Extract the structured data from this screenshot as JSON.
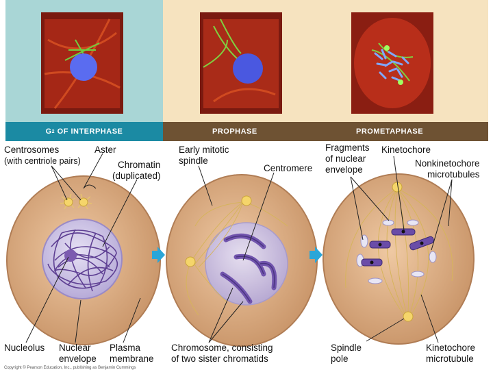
{
  "phases": {
    "g2_prefix": "G",
    "g2_sub": "2",
    "g2_suffix": " OF INTERPHASE",
    "prophase": "PROPHASE",
    "prometaphase": "PROMETAPHASE"
  },
  "labels": {
    "centrosomes": "Centrosomes",
    "centriole_pairs": "(with centriole pairs)",
    "aster": "Aster",
    "chromatin": "Chromatin",
    "duplicated": "(duplicated)",
    "early_mitotic": "Early mitotic",
    "spindle": "spindle",
    "centromere": "Centromere",
    "fragments": "Fragments",
    "of_nuclear": "of nuclear",
    "envelope": "envelope",
    "kinetochore": "Kinetochore",
    "nonkinetochore": "Nonkinetochore",
    "microtubules": "microtubules",
    "nucleolus": "Nucleolus",
    "nuclear": "Nuclear",
    "nuclear_envelope": "envelope",
    "plasma": "Plasma",
    "membrane": "membrane",
    "chromosome_consisting": "Chromosome, consisting",
    "two_sister": "of two sister chromatids",
    "spindle_label": "Spindle",
    "pole": "pole",
    "kinetochore2": "Kinetochore",
    "microtubule": "microtubule"
  },
  "colors": {
    "g2_bg": "#a9d6d6",
    "phase_bg": "#f6e3bf",
    "g2_banner": "#1b8aa3",
    "phase_banner": "#6e5233",
    "cell": "#dcae86",
    "nucleus": "#cfc6e6",
    "chromatin": "#6a4c9c",
    "arrow": "#2aa6d8"
  },
  "copyright": "Copyright © Pearson Education, Inc., publishing as Benjamin Cummings"
}
